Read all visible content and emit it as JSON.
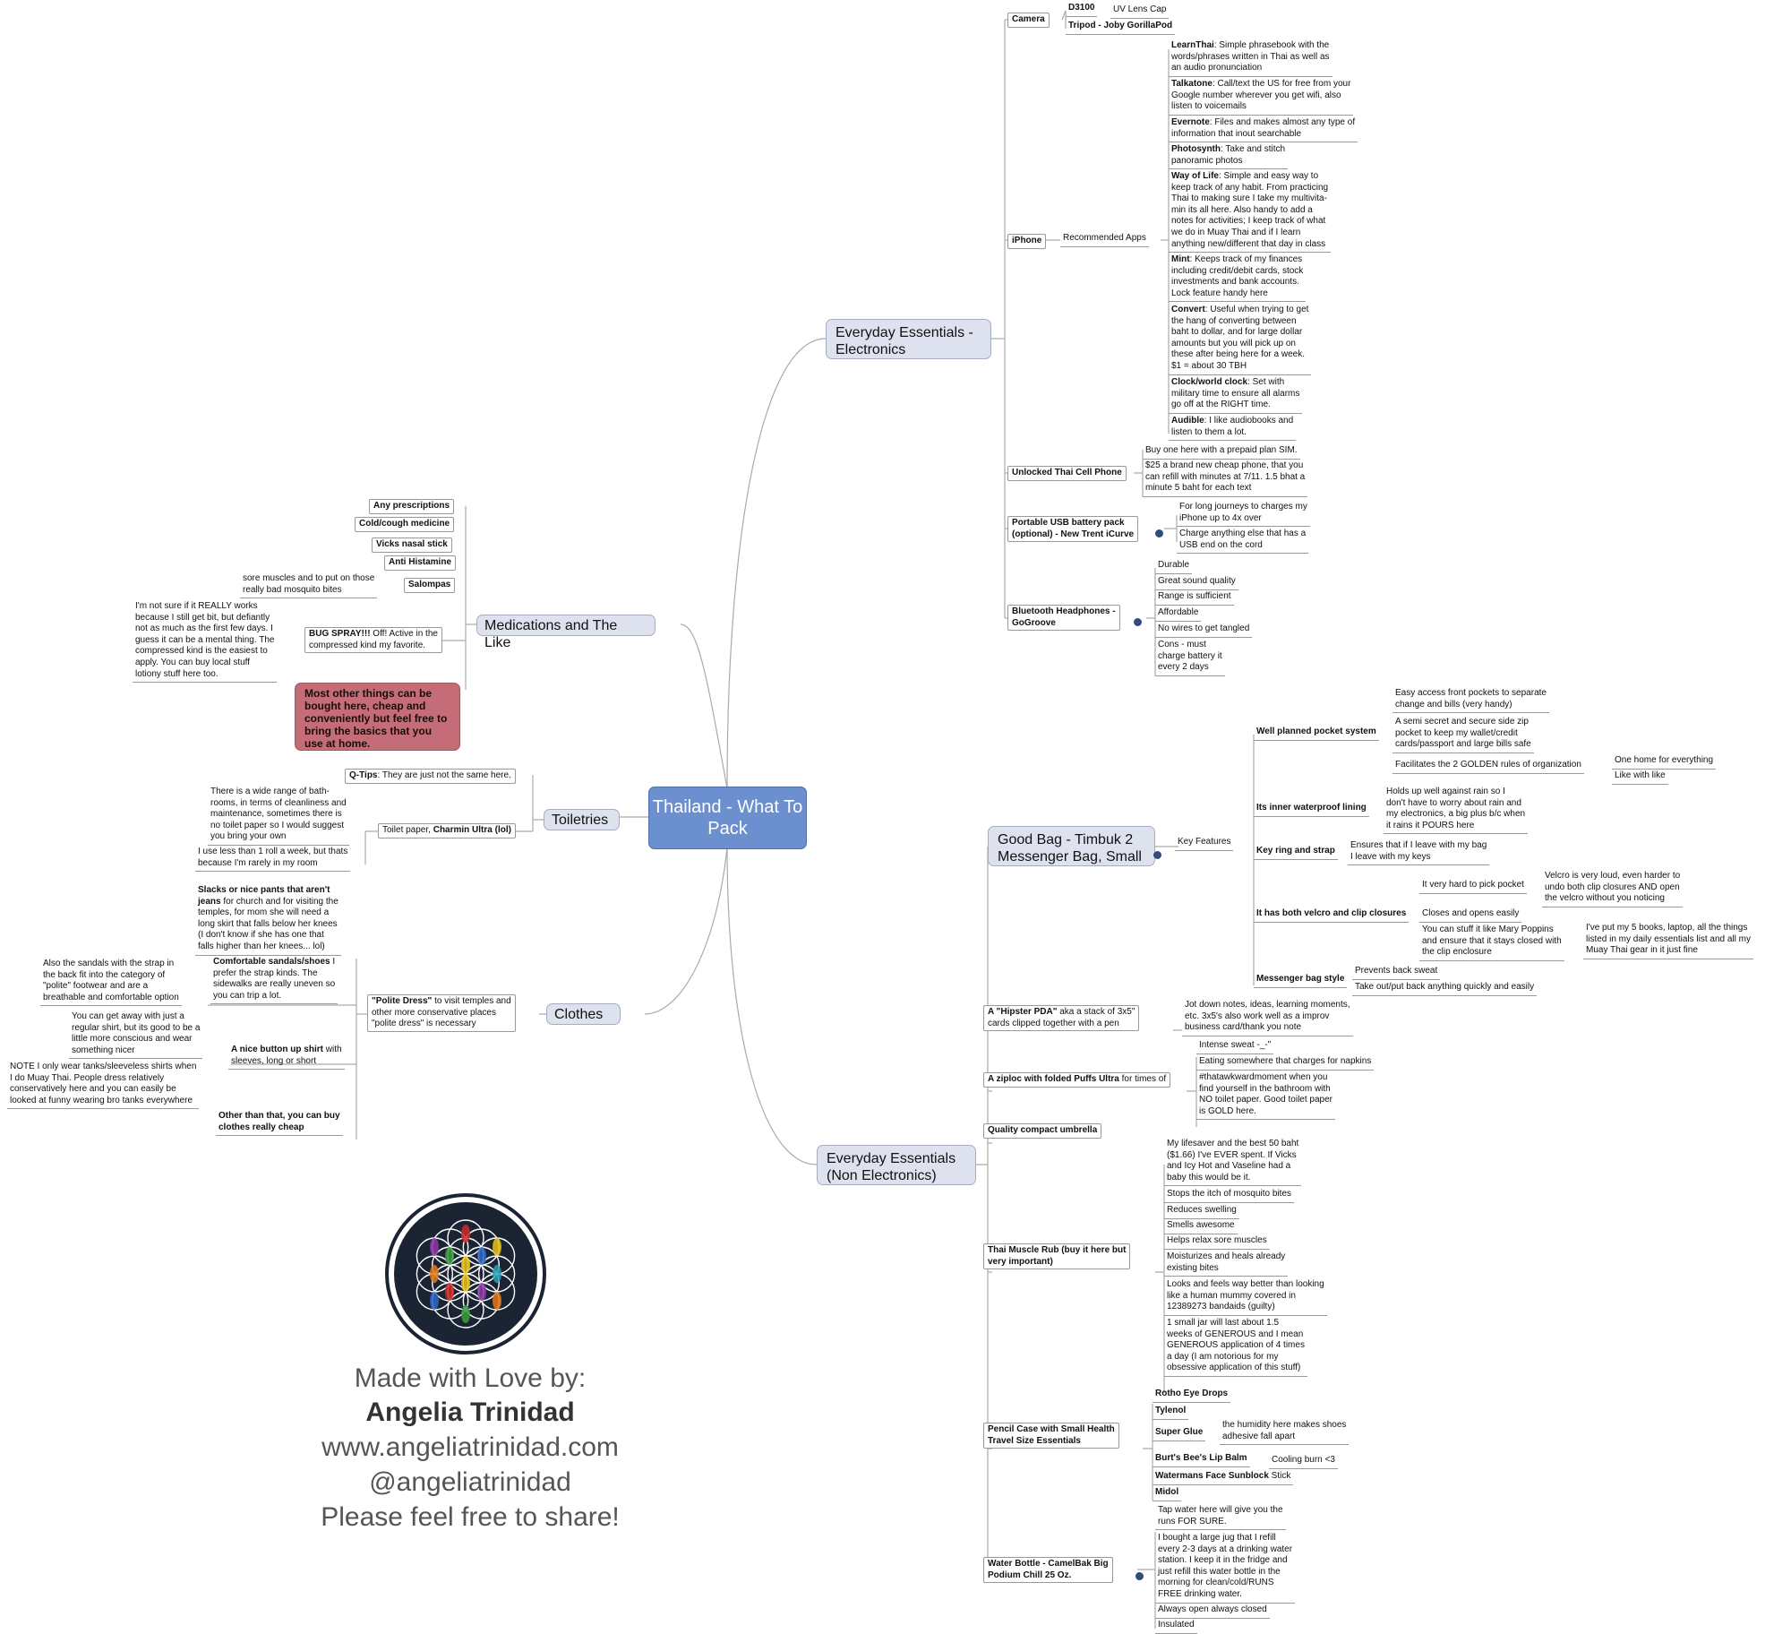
{
  "center": "Thailand -\nWhat To Pack",
  "branches": {
    "electronics": "Everyday Essentials -\nElectronics",
    "non_electronics": "Everyday Essentials\n(Non Electronics)",
    "medications": "Medications and The Like",
    "toiletries": "Toiletries",
    "clothes": "Clothes"
  },
  "electronics": {
    "camera": "Camera",
    "d3100": "D3100",
    "uv_cap": "UV Lens Cap",
    "tripod": "Tripod - Joby GorillaPod",
    "iphone": "iPhone",
    "recommended_apps": "Recommended Apps",
    "apps": [
      {
        "name": "LearnThai",
        "text": ": Simple phrasebook with the\nwords/phrases written in Thai as well as\nan audio pronunciation"
      },
      {
        "name": "Talkatone",
        "text": ": Call/text the US for free from your\nGoogle number wherever you get wifi, also\nlisten to voicemails"
      },
      {
        "name": "Evernote",
        "text": ": Files and makes almost any type of\ninformation that inout searchable"
      },
      {
        "name": "Photosynth",
        "text": ": Take and stitch\npanoramic photos"
      },
      {
        "name": "Way of Life",
        "text": ": Simple and easy way to\nkeep track of any habit. From practicing\nThai to making sure I take my multivita-\nmin its all here. Also handy to add a\nnotes for activities; I keep track of what\nwe do in Muay Thai and if I learn\nanything new/different that day in class"
      },
      {
        "name": "Mint",
        "text": ": Keeps track of my finances\nincluding credit/debit cards, stock\ninvestments and bank accounts.\nLock feature handy here"
      },
      {
        "name": "Convert",
        "text": ": Useful when trying to get\nthe hang of converting between\nbaht to dollar, and for large dollar\namounts but you will pick up on\nthese after being here for a week.\n$1 = about 30 TBH"
      },
      {
        "name": "Clock/world clock",
        "text": ": Set with\nmilitary time to ensure all alarms\ngo off at the RIGHT time."
      },
      {
        "name": "Audible",
        "text": ": I like audiobooks and\nlisten to them a lot."
      }
    ],
    "unlocked_phone": "Unlocked Thai Cell Phone",
    "phone_notes": [
      "Buy one here with a prepaid plan SIM.",
      "$25 a brand new cheap phone, that you\ncan refill with minutes at 7/11. 1.5 bhat a\nminute 5 baht for each text"
    ],
    "usb_pack": "Portable USB battery pack\n(optional) - New Trent iCurve",
    "usb_notes": [
      "For long journeys to charges my\niPhone up to 4x over",
      "Charge anything else that has a\nUSB end on the cord"
    ],
    "headphones": "Bluetooth Headphones -\nGoGroove",
    "headphone_notes": [
      "Durable",
      "Great sound quality",
      "Range is sufficient",
      "Affordable",
      "No wires to get tangled",
      "Cons - must\ncharge battery it\nevery 2 days"
    ]
  },
  "bag": {
    "title": "Good Bag - Timbuk 2\nMessenger Bag, Small",
    "key_features": "Key Features",
    "pocket_system": "Well planned pocket system",
    "pocket_notes": [
      "Easy access front pockets to separate\nchange and bills (very handy)",
      "A semi secret and secure side zip\npocket to keep my wallet/credit\ncards/passport and large bills safe",
      "Facilitates the 2 GOLDEN rules of organization"
    ],
    "golden_rules": [
      "One home for everything",
      "Like with like"
    ],
    "lining": "Its inner  waterproof lining",
    "lining_note": "Holds up well against rain so I\ndon't have to worry about rain and\nmy electronics, a big plus b/c when\nit rains it POURS here",
    "key_ring": "Key ring and strap",
    "key_ring_note": "Ensures that if I leave with my bag\nI leave with my keys",
    "velcro": "It has both velcro and clip closures",
    "velcro_notes": [
      "It very hard to pick pocket",
      "Closes and opens easily",
      "You can stuff it like Mary Poppins\nand ensure that it stays closed with\nthe clip enclosure"
    ],
    "velcro_sub": "Velcro is very loud, even harder to\nundo both clip closures AND open\nthe velcro without you noticing",
    "poppins_sub": "I've put my 5 books, laptop, all the things\nlisted in my daily essentials list and all my\nMuay Thai gear in it just fine",
    "messenger": "Messenger bag style",
    "messenger_notes": [
      "Prevents back sweat",
      "Take out/put back anything quickly and easily"
    ]
  },
  "non_electronics": {
    "hipster_pda": "A \"Hipster PDA\"",
    "hipster_rest": " aka a stack of 3x5\"\ncards clipped together with a pen",
    "hipster_note": "Jot down notes, ideas, learning moments,\netc. 3x5's also work well as a improv\nbusiness card/thank you note",
    "ziploc": "A ziploc with folded Puffs Ultra",
    "ziploc_rest": " for times of",
    "ziploc_notes": [
      "Intense sweat -_-\"",
      "Eating somewhere that charges for napkins",
      "#thatawkwardmoment when you\nfind yourself in the bathroom with\nNO toilet paper. Good toilet paper\nis GOLD here."
    ],
    "umbrella": "Quality compact umbrella",
    "muscle_rub": "Thai Muscle Rub (buy it here but\nvery important)",
    "muscle_notes": [
      "My lifesaver and the best 50 baht\n($1.66) I've EVER spent.  If Vicks\nand Icy Hot and Vaseline had a\nbaby this would be it.",
      "Stops the itch of mosquito bites",
      "Reduces swelling",
      "Smells awesome",
      "Helps relax sore muscles",
      "Moisturizes and heals already\nexisting bites",
      "Looks and feels way better than looking\nlike a human mummy covered in\n12389273 bandaids (guilty)",
      "1 small jar will last about 1.5\nweeks of GENEROUS and I mean\nGENEROUS application of 4 times\na day (I am notorious for my\nobsessive application of this stuff)"
    ],
    "pencil_case": "Pencil Case with Small Health\nTravel Size Essentials",
    "pencil_items": [
      "Rotho Eye Drops",
      "Tylenol",
      "Super Glue",
      "Burt's Bee's Lip Balm",
      "Watermans Face Sunblock",
      "Midol"
    ],
    "sunblock_rest": " Stick",
    "glue_note": "the humidity here makes shoes\nadhesive fall apart",
    "balm_note": "Cooling burn <3",
    "water_bottle": "Water Bottle - CamelBak Big\nPodium Chill 25 Oz.",
    "water_notes": [
      "Tap water here will give you the\nruns FOR SURE.",
      "I bought a large jug that I refill\nevery 2-3 days at a drinking water\nstation. I keep it in the fridge and\njust refill this water bottle in the\nmorning for clean/cold/RUNS\nFREE drinking water.",
      "Always open always closed",
      "Insulated"
    ]
  },
  "medications": {
    "items": [
      "Any prescriptions",
      "Cold/cough medicine",
      "Vicks nasal stick",
      "Anti Histamine",
      "Salompas"
    ],
    "salompas_note": "sore muscles and to put on those\nreally bad mosquito bites",
    "bug_spray": "BUG SPRAY!!!",
    "bug_spray_rest": " Off! Active in the\ncompressed kind my favorite.",
    "bug_note": "I'm not sure if it REALLY works\nbecause I still get bit, but defiantly\nnot as much as the first few days. I\nguess it can be a mental thing. The\ncompressed kind is the easiest to\napply. You can buy local stuff\nlotiony stuff here too.",
    "callout": "Most other things can be\nbought here, cheap and\nconveniently but feel free\nto bring the basics that\nyou use at home."
  },
  "toiletries": {
    "qtips": "Q-Tips",
    "qtips_rest": ": They are just not the same here.",
    "toilet_paper": "Toilet paper, ",
    "toilet_paper_bold": "Charmin Ultra (lol)",
    "tp_notes": [
      "There is a wide range of bath-\nrooms, in terms of cleanliness and\nmaintenance, sometimes there is\nno toilet paper so  I would suggest\nyou bring your own",
      "I use less than 1 roll a week, but thats\nbecause I'm rarely in my room"
    ]
  },
  "clothes": {
    "polite_dress": "\"Polite Dress\"",
    "polite_rest": " to visit temples and\nother more conservative places\n\"polite dress\" is necessary",
    "slacks": "Slacks or nice pants that aren't\njeans",
    "slacks_rest": " for church and for visiting the\ntemples, for mom she will need a\nlong skirt that falls below her knees\n(I don't know if she has one that\nfalls higher than her knees... lol)",
    "sandals": "Comfortable sandals/shoes",
    "sandals_rest": " I\nprefer the strap kinds. The\nsidewalks are really uneven so\nyou can trip a lot.",
    "sandals_note": "Also the sandals with the strap in\nthe back fit into the category of\n\"polite\" footwear and are a\nbreathable and comfortable option",
    "shirt": "A nice button up shirt",
    "shirt_rest": " with\nsleeves, long or short",
    "shirt_note1": "You can get away with just a\nregular shirt, but its good to be a\nlittle more conscious and wear\nsomething nicer",
    "shirt_note2": "NOTE I only wear tanks/sleeveless shirts when\nI do Muay Thai. People dress relatively\nconservatively here and you can easily be\nlooked at funny wearing bro tanks everywhere",
    "other": "Other than that, you can buy\nclothes really cheap"
  },
  "credits": [
    "Made with Love by:",
    "Angelia Trinidad",
    "www.angeliatrinidad.com",
    "@angeliatrinidad",
    "Please feel free to share!"
  ],
  "colors": {
    "center": "#6b8fcf",
    "branch": "#dde2ee",
    "callout": "#c46d78",
    "connector": "#aaaaaa"
  }
}
